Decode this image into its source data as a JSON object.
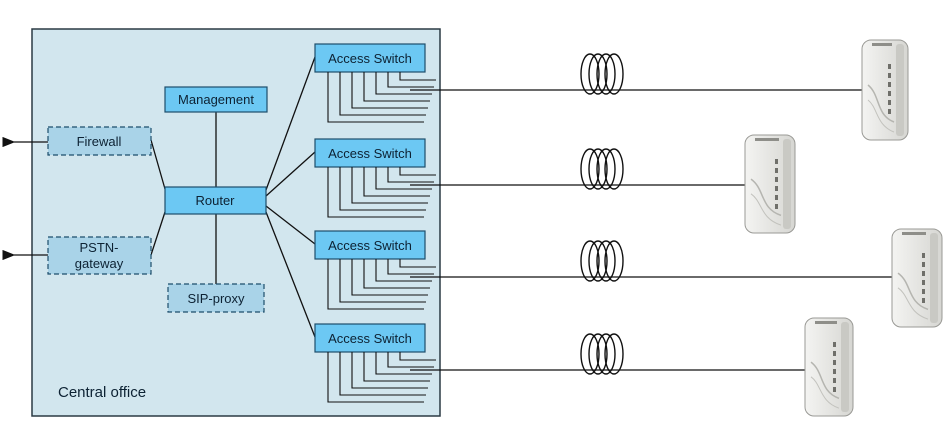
{
  "central_office": {
    "label": "Central office",
    "background": "#d2e6ee"
  },
  "nodes": {
    "management": "Management",
    "firewall": "Firewall",
    "router": "Router",
    "pstn_gateway": "PSTN-\ngateway",
    "sip_proxy": "SIP-proxy"
  },
  "access_switches": [
    {
      "label": "Access Switch"
    },
    {
      "label": "Access Switch"
    },
    {
      "label": "Access Switch"
    },
    {
      "label": "Access Switch"
    }
  ],
  "colors": {
    "node_fill": "#6cc8f3",
    "dashed_fill": "#a9d3e8",
    "border": "#1d4e6b",
    "line": "#111111"
  },
  "icons": {
    "fiber": "fiber-coil-icon",
    "device": "customer-premises-device-icon",
    "arrow": "arrow-left-icon"
  }
}
